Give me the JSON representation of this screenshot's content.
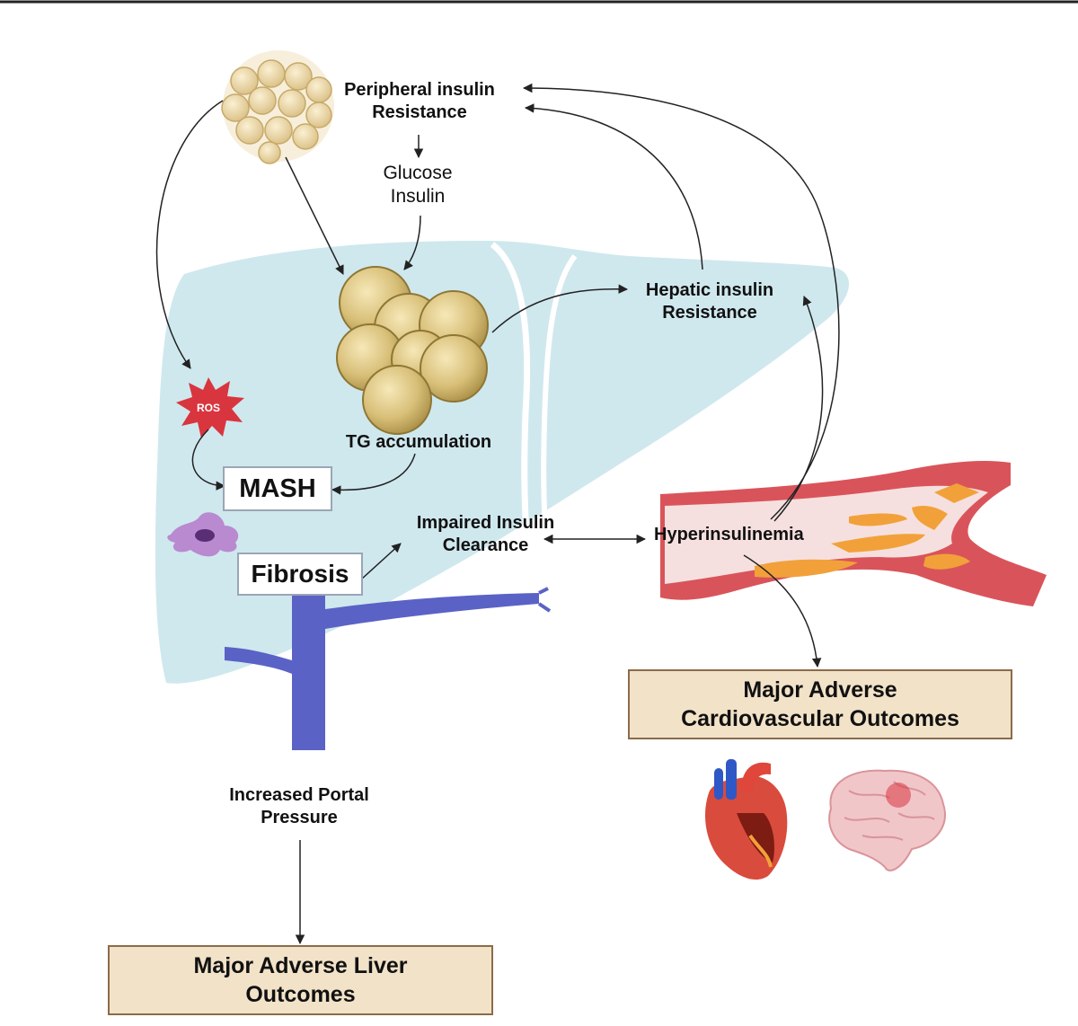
{
  "labels": {
    "peripheral": [
      "Peripheral insulin",
      "Resistance"
    ],
    "glucose": [
      "Glucose",
      "Insulin"
    ],
    "hepatic": [
      "Hepatic insulin",
      "Resistance"
    ],
    "ros": "ROS",
    "tg": "TG accumulation",
    "mash": "MASH",
    "fibrosis": "Fibrosis",
    "impaired": [
      "Impaired Insulin",
      "Clearance"
    ],
    "hyperinsulinemia": "Hyperinsulinemia",
    "portal": [
      "Increased Portal",
      "Pressure"
    ],
    "cardio_outcome": [
      "Major Adverse",
      "Cardiovascular Outcomes"
    ],
    "liver_outcome": [
      "Major Adverse Liver",
      "Outcomes"
    ]
  },
  "colors": {
    "liver": "#cfe8ee",
    "fat": "#d9c07a",
    "vessel": "#d9545a",
    "plaque": "#f2a13a",
    "portal_vein": "#5b62c6",
    "ros": "#d9353f",
    "outcome_box": "#f2e2c8"
  }
}
